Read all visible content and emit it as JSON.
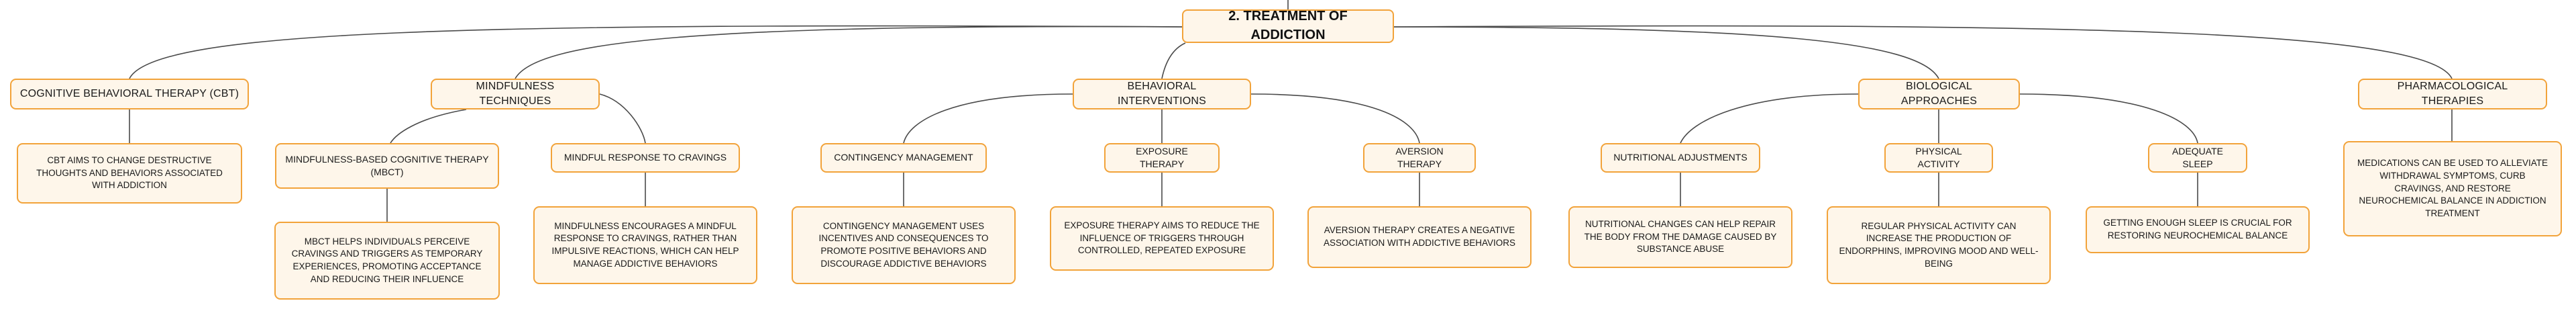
{
  "mindmap": {
    "root": "2. TREATMENT OF ADDICTION",
    "topics": [
      {
        "label": "COGNITIVE BEHAVIORAL THERAPY (CBT)",
        "description": "CBT AIMS TO CHANGE DESTRUCTIVE THOUGHTS AND BEHAVIORS ASSOCIATED WITH ADDICTION"
      },
      {
        "label": "MINDFULNESS TECHNIQUES",
        "children": [
          {
            "label": "MINDFULNESS-BASED COGNITIVE THERAPY (MBCT)",
            "description": "MBCT HELPS INDIVIDUALS PERCEIVE CRAVINGS AND TRIGGERS AS TEMPORARY EXPERIENCES, PROMOTING ACCEPTANCE AND REDUCING THEIR INFLUENCE"
          },
          {
            "label": "MINDFUL RESPONSE TO CRAVINGS",
            "description": "MINDFULNESS ENCOURAGES A MINDFUL RESPONSE TO CRAVINGS, RATHER THAN IMPULSIVE REACTIONS, WHICH CAN HELP MANAGE ADDICTIVE BEHAVIORS"
          }
        ]
      },
      {
        "label": "BEHAVIORAL INTERVENTIONS",
        "children": [
          {
            "label": "CONTINGENCY MANAGEMENT",
            "description": "CONTINGENCY MANAGEMENT USES INCENTIVES AND CONSEQUENCES TO PROMOTE POSITIVE BEHAVIORS AND DISCOURAGE ADDICTIVE BEHAVIORS"
          },
          {
            "label": "EXPOSURE THERAPY",
            "description": "EXPOSURE THERAPY AIMS TO REDUCE THE INFLUENCE OF TRIGGERS THROUGH CONTROLLED, REPEATED EXPOSURE"
          },
          {
            "label": "AVERSION THERAPY",
            "description": "AVERSION THERAPY CREATES A NEGATIVE ASSOCIATION WITH ADDICTIVE BEHAVIORS"
          }
        ]
      },
      {
        "label": "BIOLOGICAL APPROACHES",
        "children": [
          {
            "label": "NUTRITIONAL ADJUSTMENTS",
            "description": "NUTRITIONAL CHANGES CAN HELP REPAIR THE BODY FROM THE DAMAGE CAUSED BY SUBSTANCE ABUSE"
          },
          {
            "label": "PHYSICAL ACTIVITY",
            "description": "REGULAR PHYSICAL ACTIVITY CAN INCREASE THE PRODUCTION OF ENDORPHINS, IMPROVING MOOD AND WELL-BEING"
          },
          {
            "label": "ADEQUATE SLEEP",
            "description": "GETTING ENOUGH SLEEP IS CRUCIAL FOR RESTORING NEUROCHEMICAL BALANCE"
          }
        ]
      },
      {
        "label": "PHARMACOLOGICAL THERAPIES",
        "description": "MEDICATIONS CAN BE USED TO ALLEVIATE WITHDRAWAL SYMPTOMS, CURB CRAVINGS, AND RESTORE NEUROCHEMICAL BALANCE IN ADDICTION TREATMENT"
      }
    ]
  }
}
